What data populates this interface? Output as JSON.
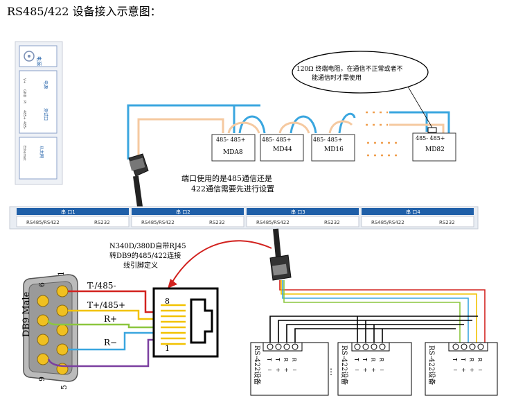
{
  "heading": "RS485/422 设备接入示意图：",
  "left_panel": {
    "power_label": "电源",
    "power_sub": "电源",
    "terminals": [
      "V+",
      "GND",
      "PI",
      "485+",
      "485-"
    ],
    "test_port_label": "测试口",
    "ethernet_label": "以太网",
    "ethernet_sub": "Ethernet"
  },
  "devices": [
    {
      "name": "MDA8",
      "pins": "485-  485+"
    },
    {
      "name": "MD44",
      "pins": "485-   485+"
    },
    {
      "name": "MD16",
      "pins": "485-   485+"
    },
    {
      "name": "MD82",
      "pins": "485-  485+"
    }
  ],
  "callout_resistor": [
    "120Ω 终端电阻，在通信不正常或者不",
    "能通信时才需使用"
  ],
  "note_port": [
    "端口使用的是485通信还是",
    "422通信需要先进行设置"
  ],
  "serial_ports": [
    {
      "title": "串  口1",
      "modes": "RS485/RS422",
      "alt": "RS232"
    },
    {
      "title": "串  口2",
      "modes": "RS485/RS422",
      "alt": "RS232"
    },
    {
      "title": "串  口3",
      "modes": "RS485/RS422",
      "alt": "RS232"
    },
    {
      "title": "串  口4",
      "modes": "RS485/RS422",
      "alt": "RS232"
    }
  ],
  "note_rj45": [
    "N340D/380D自带RJ45",
    "转DB9的485/422连接",
    "线引脚定义"
  ],
  "db9": {
    "label": "DB9 Male",
    "pin_top": "1",
    "pin_left_top": "6",
    "pin_left_bottom": "9",
    "pin_bottom": "5"
  },
  "rj45": {
    "pin_8": "8",
    "pin_1": "1"
  },
  "wire_labels": {
    "t_minus": "T-/485-",
    "t_plus": "T+/485+",
    "r_plus": "R+",
    "r_minus": "R−"
  },
  "rs422_device": {
    "name": "RS-422设备",
    "terms": [
      "T",
      "T",
      "R",
      "R"
    ],
    "signs": [
      "−",
      "+",
      "+",
      "−"
    ]
  },
  "colors": {
    "blue": "#3aa6df",
    "peach": "#f5c9a0",
    "red": "#d2221f",
    "yellow": "#f2c200",
    "green": "#8cc63f",
    "purple": "#7b3fa0",
    "panel_blue": "#1f5fa8",
    "white_wire": "#e8e8e8"
  }
}
